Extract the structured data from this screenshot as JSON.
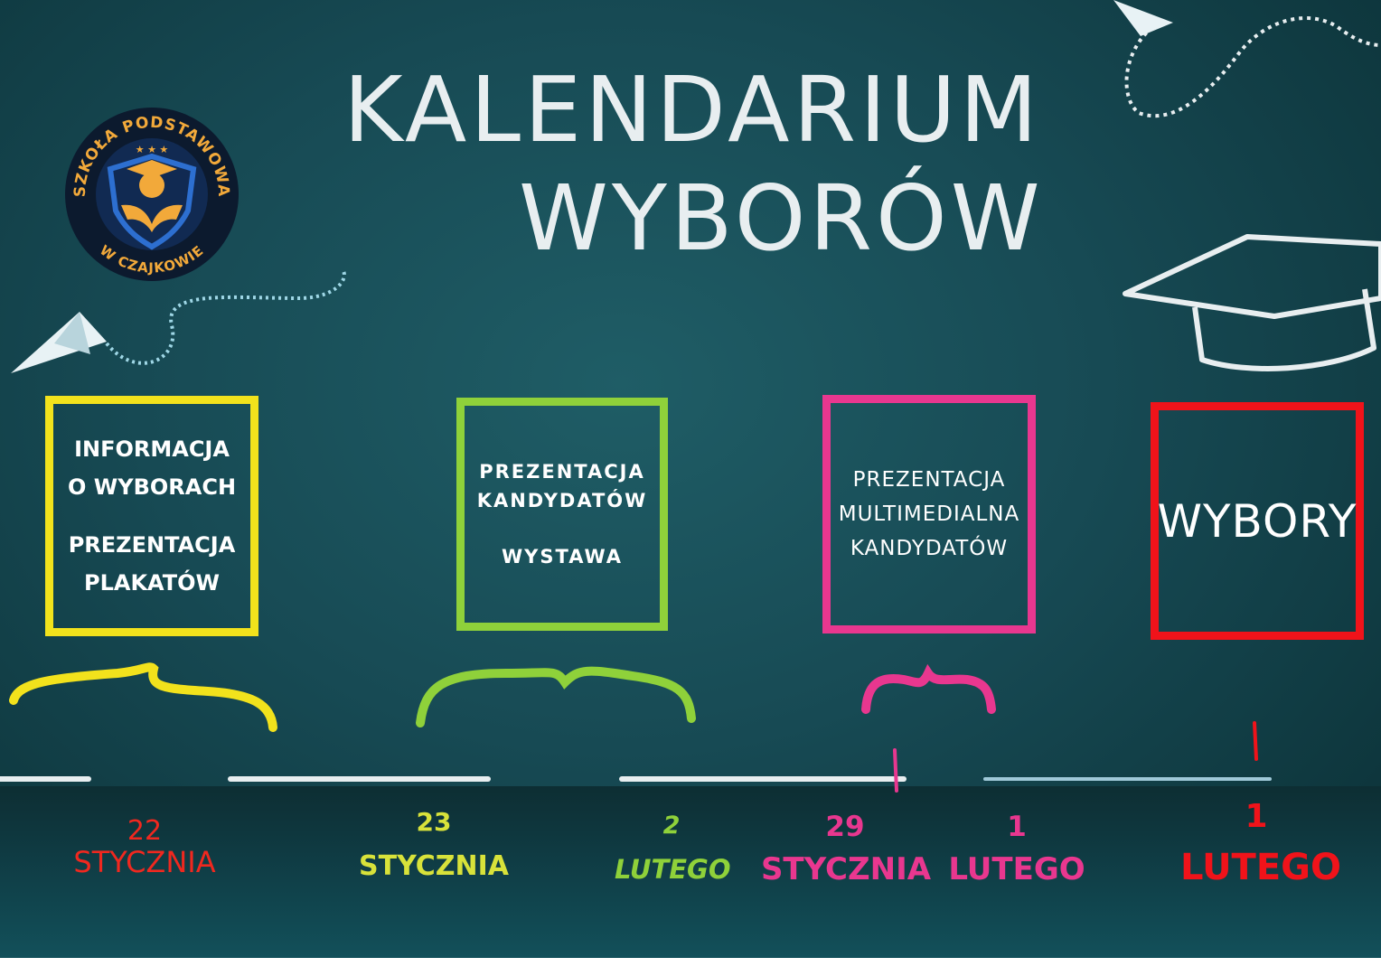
{
  "title": {
    "line1": "KALENDARIUM",
    "line2": "WYBORÓW"
  },
  "logo": {
    "top_text": "SZKOŁA PODSTAWOWA",
    "bottom_text": "W CZAJKOWIE"
  },
  "events": [
    {
      "lines": [
        "INFORMACJA",
        "O WYBORACH",
        "PREZENTACJA",
        "PLAKATÓW"
      ],
      "day": "22",
      "month": "STYCZNIA",
      "color": "#f2e21c",
      "date_color": "#f0281f"
    },
    {
      "lines": [
        "PREZENTACJA",
        "KANDYDATÓW",
        "WYSTAWA"
      ],
      "day": "23",
      "month": "STYCZNIA",
      "day2": "2",
      "month2": "LUTEGO",
      "color": "#8fd13a",
      "date_color": "#d8e23a",
      "date2_color": "#8fd13a"
    },
    {
      "lines": [
        "PREZENTACJA",
        "MULTIMEDIALNA",
        "KANDYDATÓW"
      ],
      "day": "29",
      "month": "STYCZNIA",
      "day2": "1",
      "month2": "LUTEGO",
      "color": "#e8378f",
      "date_color": "#e8378f"
    },
    {
      "lines": [
        "WYBORY"
      ],
      "day": "1",
      "month": "LUTEGO",
      "color": "#f0131a",
      "date_color": "#f0131a"
    }
  ]
}
